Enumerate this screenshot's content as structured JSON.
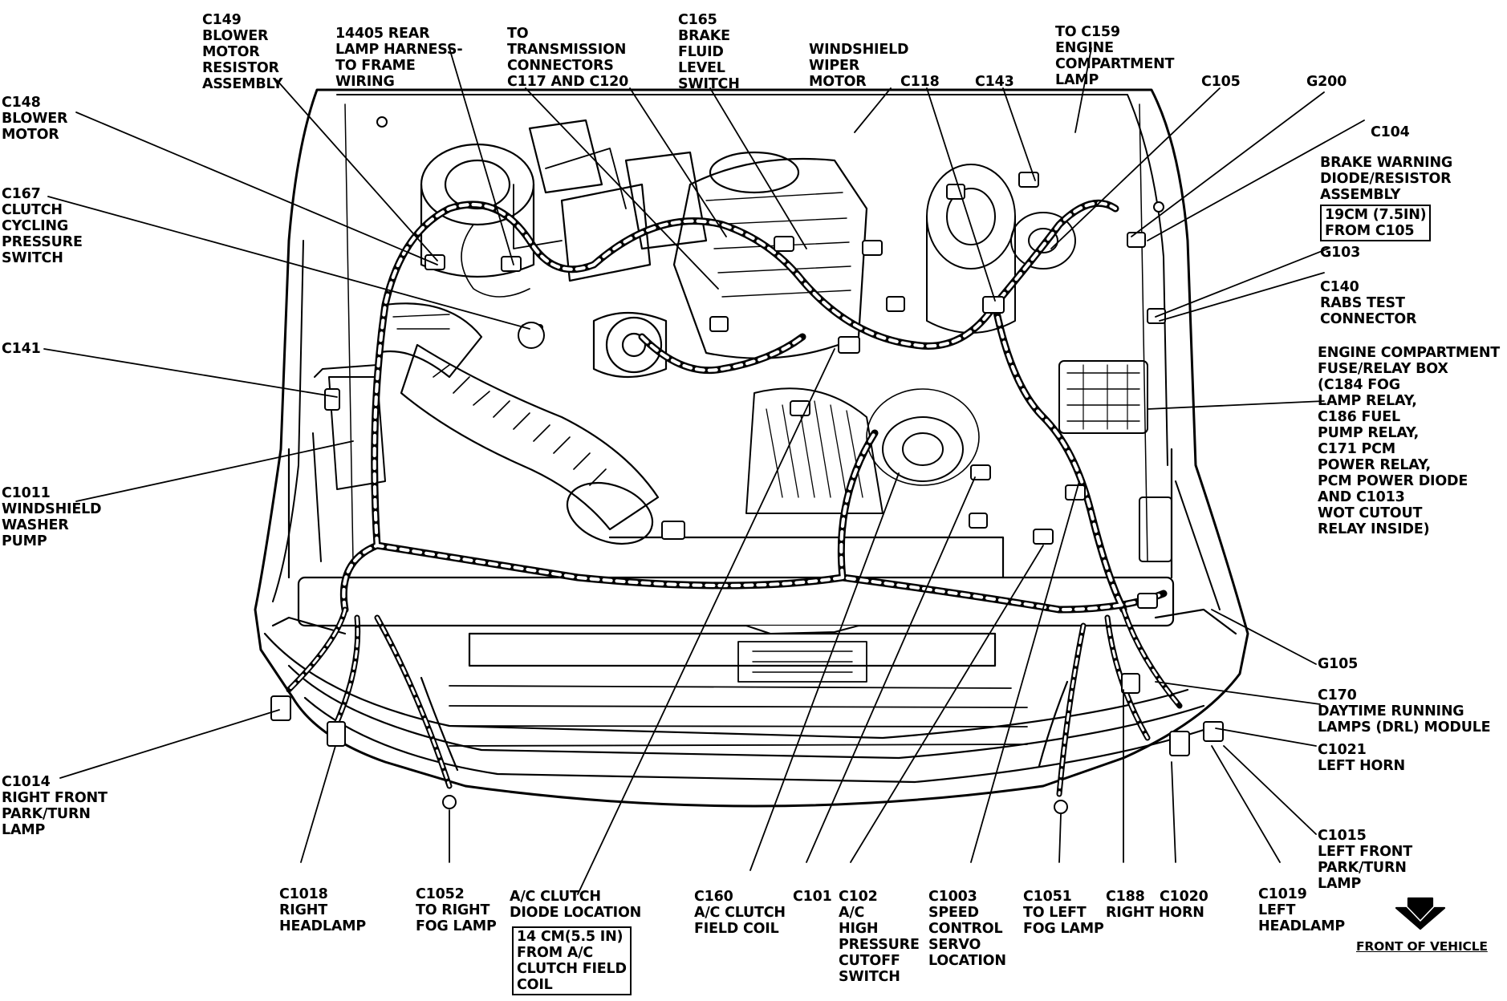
{
  "labels": {
    "c149": "C149\nBLOWER\nMOTOR\nRESISTOR\nASSEMBLY",
    "c14405": "14405 REAR\nLAMP HARNESS-\nTO FRAME\nWIRING",
    "to_trans": "TO\nTRANSMISSION\nCONNECTORS\nC117 AND C120",
    "c165": "C165\nBRAKE\nFLUID\nLEVEL\nSWITCH",
    "wiper": "WINDSHIELD\nWIPER\nMOTOR",
    "c118": "C118",
    "c143": "C143",
    "to_c159": "TO C159\nENGINE\nCOMPARTMENT\nLAMP",
    "c105": "C105",
    "g200": "G200",
    "c148": "C148\nBLOWER\nMOTOR",
    "c104": "C104",
    "brake_warning": "BRAKE WARNING\nDIODE/RESISTOR\nASSEMBLY",
    "brake_warning_box": "19CM (7.5IN)\nFROM C105",
    "c167": "C167\nCLUTCH\nCYCLING\nPRESSURE\nSWITCH",
    "g103": "G103",
    "c140": "C140\nRABS TEST\nCONNECTOR",
    "c141": "C141",
    "fuse_box": "ENGINE COMPARTMENT\nFUSE/RELAY BOX\n(C184 FOG\nLAMP RELAY,\nC186 FUEL\nPUMP RELAY,\nC171 PCM\nPOWER RELAY,\nPCM POWER DIODE\nAND C1013\nWOT CUTOUT\nRELAY INSIDE)",
    "c1011": "C1011\nWINDSHIELD\nWASHER\nPUMP",
    "g105": "G105",
    "c170": "C170\nDAYTIME RUNNING\nLAMPS (DRL) MODULE",
    "c1021": "C1021\nLEFT HORN",
    "c1014": "C1014\nRIGHT FRONT\nPARK/TURN\nLAMP",
    "c1015": "C1015\nLEFT FRONT\nPARK/TURN\nLAMP",
    "c1018": "C1018\nRIGHT\nHEADLAMP",
    "c1052": "C1052\nTO RIGHT\nFOG LAMP",
    "ac_diode": "A/C CLUTCH\nDIODE LOCATION",
    "ac_diode_box": "14 CM(5.5 IN)\nFROM A/C\nCLUTCH FIELD\nCOIL",
    "c160": "C160\nA/C CLUTCH\nFIELD COIL",
    "c101": "C101",
    "c102": "C102\nA/C\nHIGH\nPRESSURE\nCUTOFF\nSWITCH",
    "c1003": "C1003\nSPEED\nCONTROL\nSERVO\nLOCATION",
    "c1051": "C1051\nTO LEFT\nFOG LAMP",
    "c188": "C188\nRIGHT HORN",
    "c1020": "C1020",
    "c1019": "C1019\nLEFT\nHEADLAMP",
    "front": "FRONT OF VEHICLE"
  },
  "colors": {
    "ink": "#000000",
    "paper": "#ffffff"
  }
}
